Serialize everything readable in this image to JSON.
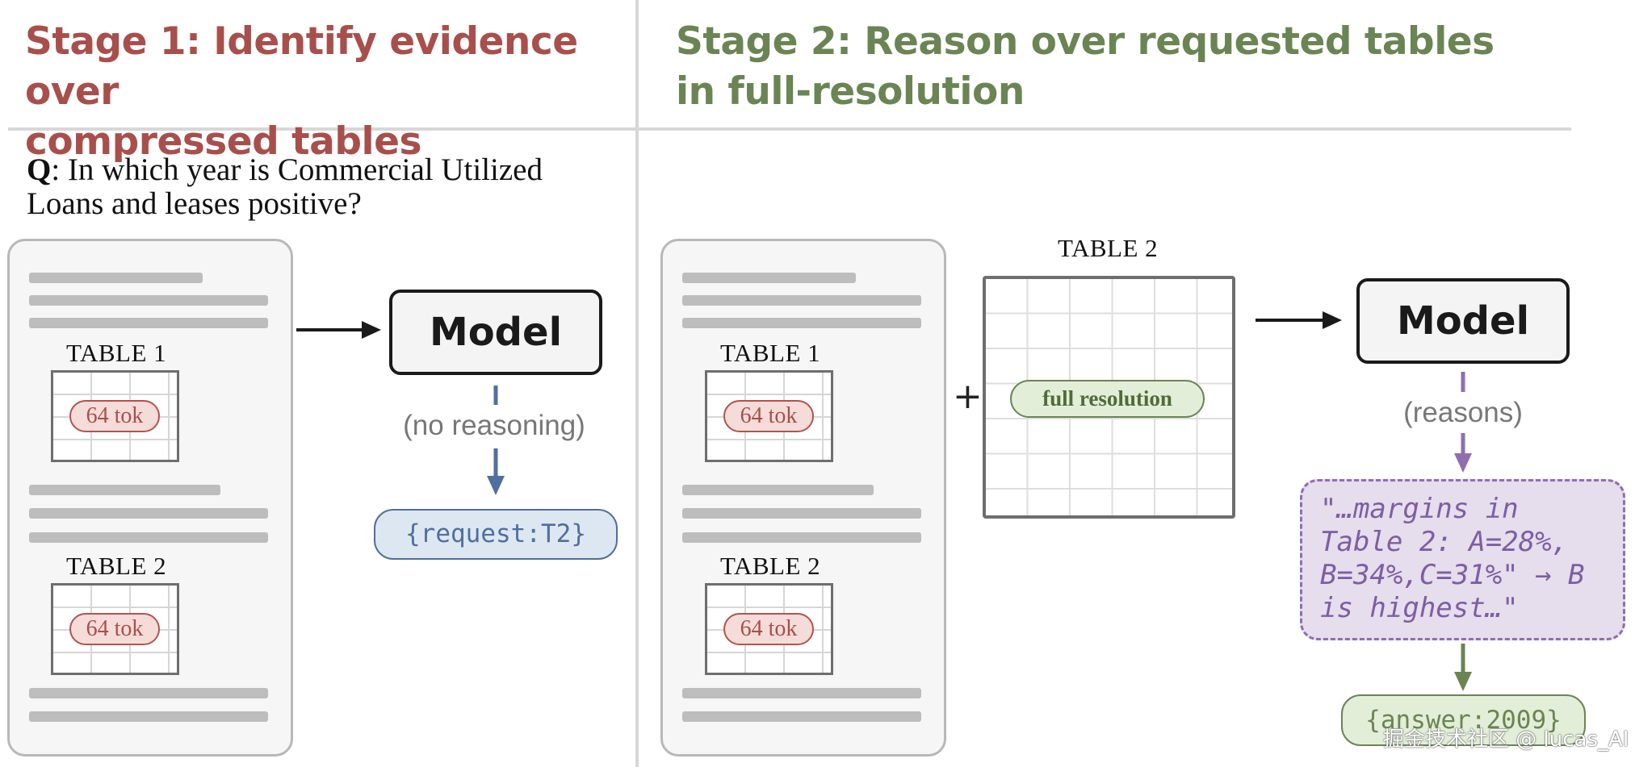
{
  "stage1": {
    "title_lead": "Stage 1:",
    "title_line1": "Identify evidence over",
    "title_line2": "compressed tables"
  },
  "stage2": {
    "title_lead": "Stage 2:",
    "title_line1": "Reason over requested tables",
    "title_line2": "in full-resolution"
  },
  "question": {
    "prefix": "Q",
    "line1": ": In which year is Commercial Utilized",
    "line2": "Loans and leases positive?"
  },
  "doc1": {
    "table1_label": "TABLE 1",
    "table1_tok": "64 tok",
    "table2_label": "TABLE 2",
    "table2_tok": "64 tok"
  },
  "doc2": {
    "table1_label": "TABLE 1",
    "table1_tok": "64 tok",
    "table2_label": "TABLE 2",
    "table2_tok": "64 tok"
  },
  "model1": {
    "label": "Model",
    "caption": "(no reasoning)",
    "output": "{request:T2}"
  },
  "full_table": {
    "label": "TABLE 2",
    "badge": "full resolution"
  },
  "plus": "+",
  "model2": {
    "label": "Model",
    "caption": "(reasons)",
    "reasoning": "\"…margins in\nTable 2: A=28%,\nB=34%,C=31%\" → B\nis highest…\"",
    "answer": "{answer:2009}"
  },
  "watermark": "掘金技术社区 @ lucas_AI",
  "colors": {
    "stage1_accent": "#a84f4c",
    "stage2_accent": "#6a8553",
    "request_blue": "#4f6f9e",
    "reason_purple": "#8e6fae"
  }
}
